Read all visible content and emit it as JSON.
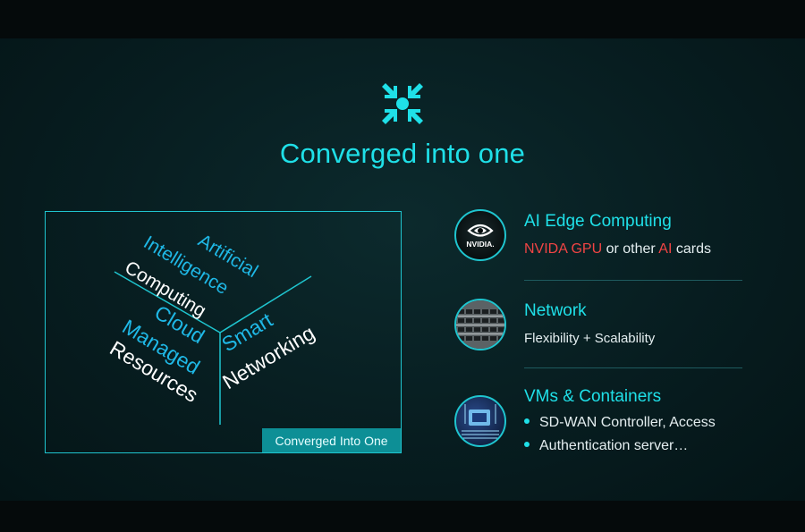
{
  "hero": {
    "title": "Converged into one",
    "icon": "converge-arrows-icon"
  },
  "cube": {
    "badge": "Converged Into One",
    "top_face": [
      "Artificial",
      "Intelligence",
      "Computing"
    ],
    "left_face": [
      "Cloud",
      "Managed",
      "Resources"
    ],
    "right_face": [
      "Smart",
      "Networking"
    ]
  },
  "features": [
    {
      "icon": "nvidia-logo-icon",
      "logo_text": "NVIDIA.",
      "title": "AI Edge Computing",
      "desc_red1": "NVIDA GPU",
      "desc_mid": " or other ",
      "desc_red2": "AI",
      "desc_end": " cards"
    },
    {
      "icon": "network-switch-icon",
      "title": "Network",
      "desc": "Flexibility + Scalability"
    },
    {
      "icon": "circuit-board-icon",
      "title": "VMs & Containers",
      "bullets": [
        "SD-WAN Controller, Access",
        "Authentication server…"
      ]
    }
  ],
  "colors": {
    "accent": "#1fe0e8",
    "highlight_red": "#f04444",
    "badge_bg": "#0d8f96",
    "background": "#071d20"
  }
}
